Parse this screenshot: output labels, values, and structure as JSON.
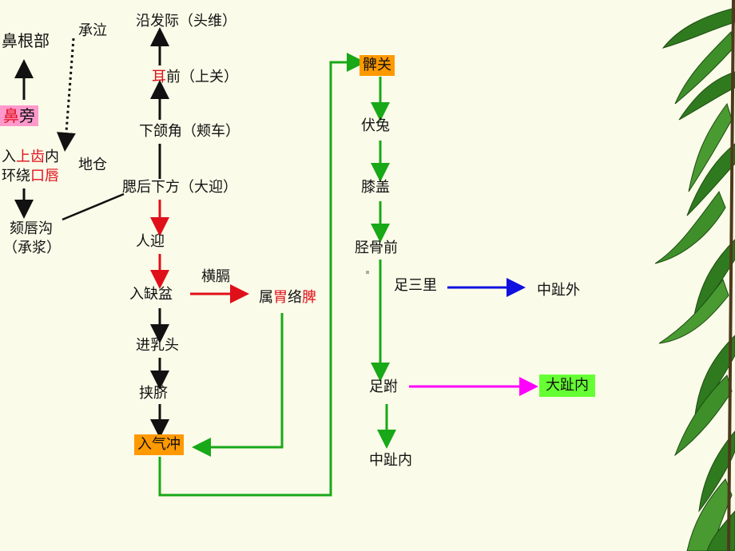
{
  "nodes": {
    "bigenbu": "鼻根部",
    "chengqi": "承泣",
    "bipang_1": "鼻",
    "bipang_2": "旁",
    "ruchi_1": "入",
    "ruchi_2": "上齿",
    "ruchi_3": "内",
    "huanrao_1": "环绕",
    "huanrao_2": "口唇",
    "dicang": "地仓",
    "kechungou": "颏唇沟",
    "chengjiang": "（承浆）",
    "yanfaji": "沿发际（头维）",
    "erqian_1": "耳",
    "erqian_2": "前（上关）",
    "xiahanjiao": "下颌角（颊车）",
    "saihou": "腮后下方（大迎）",
    "renying": "人迎",
    "rujuepen": "入缺盆",
    "hengge": "横膈",
    "shuwei_1": "属",
    "shuwei_2": "胃",
    "shuwei_3": "络",
    "shuwei_4": "脾",
    "jinrutou": "进乳头",
    "jiaqi": "挟脐",
    "ruqichong": "入气冲",
    "biguan": "髀关",
    "futu": "伏兔",
    "xigai": "膝盖",
    "jinggu": "胫骨前",
    "zusanli": "足三里",
    "zhongzhiwai": "中趾外",
    "zufu": "足跗",
    "dazhinei": "大趾内",
    "zhongzhinei": "中趾内"
  },
  "colors": {
    "red": "#e0101a",
    "green": "#18a818",
    "blue": "#1010e0",
    "magenta": "#ff00ff",
    "pink_box": "#ff99cc",
    "orange_box": "#ff9900",
    "green_box": "#66ff33"
  }
}
